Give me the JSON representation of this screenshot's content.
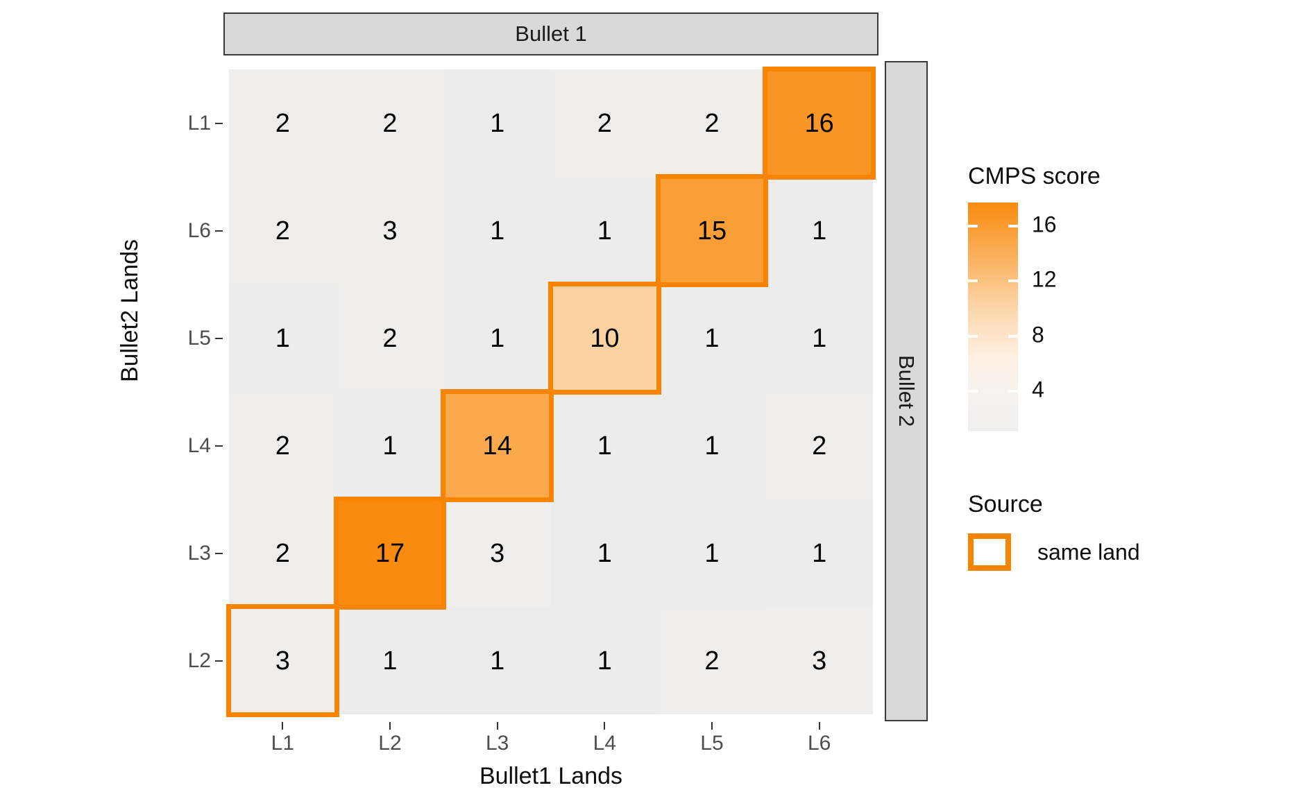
{
  "facets": {
    "top_label": "Bullet 1",
    "right_label": "Bullet 2"
  },
  "axes": {
    "x_title": "Bullet1 Lands",
    "y_title": "Bullet2 Lands",
    "x_ticks": [
      "L1",
      "L2",
      "L3",
      "L4",
      "L5",
      "L6"
    ],
    "y_ticks": [
      "L1",
      "L6",
      "L5",
      "L4",
      "L3",
      "L2"
    ]
  },
  "legend": {
    "colorbar_title": "CMPS score",
    "colorbar_ticks": [
      "16",
      "12",
      "8",
      "4"
    ],
    "source_title": "Source",
    "source_items": [
      {
        "label": "same land",
        "color": "#F98400"
      }
    ]
  },
  "colors": {
    "accent": "#F98400",
    "strip_bg": "#d9d9d9",
    "panel_bg": "#ffffff",
    "low": "#efefef",
    "high": "#f98b10"
  },
  "chart_data": {
    "type": "heatmap",
    "title": "",
    "xlabel": "Bullet1 Lands",
    "ylabel": "Bullet2 Lands",
    "legend_label": "CMPS score",
    "legend_position": "right",
    "grid": false,
    "x_categories": [
      "L1",
      "L2",
      "L3",
      "L4",
      "L5",
      "L6"
    ],
    "y_categories": [
      "L1",
      "L6",
      "L5",
      "L4",
      "L3",
      "L2"
    ],
    "zlim": [
      1,
      17
    ],
    "colorbar_ticks": [
      16,
      12,
      8,
      4
    ],
    "rows": [
      {
        "y": "L1",
        "values": [
          2,
          2,
          1,
          2,
          2,
          16
        ],
        "highlight_index": 5
      },
      {
        "y": "L6",
        "values": [
          2,
          3,
          1,
          1,
          15,
          1
        ],
        "highlight_index": 4
      },
      {
        "y": "L5",
        "values": [
          1,
          2,
          1,
          10,
          1,
          1
        ],
        "highlight_index": 3
      },
      {
        "y": "L4",
        "values": [
          2,
          1,
          14,
          1,
          1,
          2
        ],
        "highlight_index": 2
      },
      {
        "y": "L3",
        "values": [
          2,
          17,
          3,
          1,
          1,
          1
        ],
        "highlight_index": 1
      },
      {
        "y": "L2",
        "values": [
          3,
          1,
          1,
          1,
          2,
          3
        ],
        "highlight_index": 0
      }
    ],
    "highlight_source": "same land",
    "highlight_color": "#F98400"
  }
}
